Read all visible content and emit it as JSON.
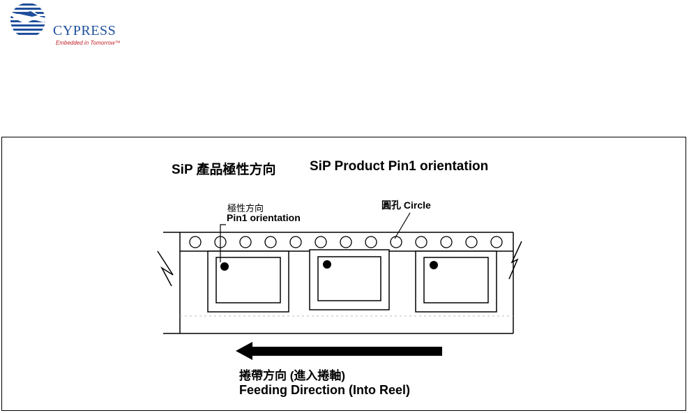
{
  "logo": {
    "icon": "globe-logo-icon",
    "name": "CYPRESS",
    "tagline": "Embedded in Tomorrow™",
    "colors": {
      "globe": "#1f4f9c",
      "tagline": "#c0202a"
    }
  },
  "diagram": {
    "title_zh": "SiP 產品極性方向",
    "title_en": "SiP Product Pin1 orientation",
    "pin1_label_zh": "極性方向",
    "pin1_label_en": "Pin1 orientation",
    "circle_label": "圓孔 Circle",
    "feeding_zh": "捲帶方向 (進入捲軸)",
    "feeding_en": "Feeding Direction (Into Reel)",
    "sprocket_holes": 13,
    "pockets": 3,
    "arrow_direction": "left"
  }
}
